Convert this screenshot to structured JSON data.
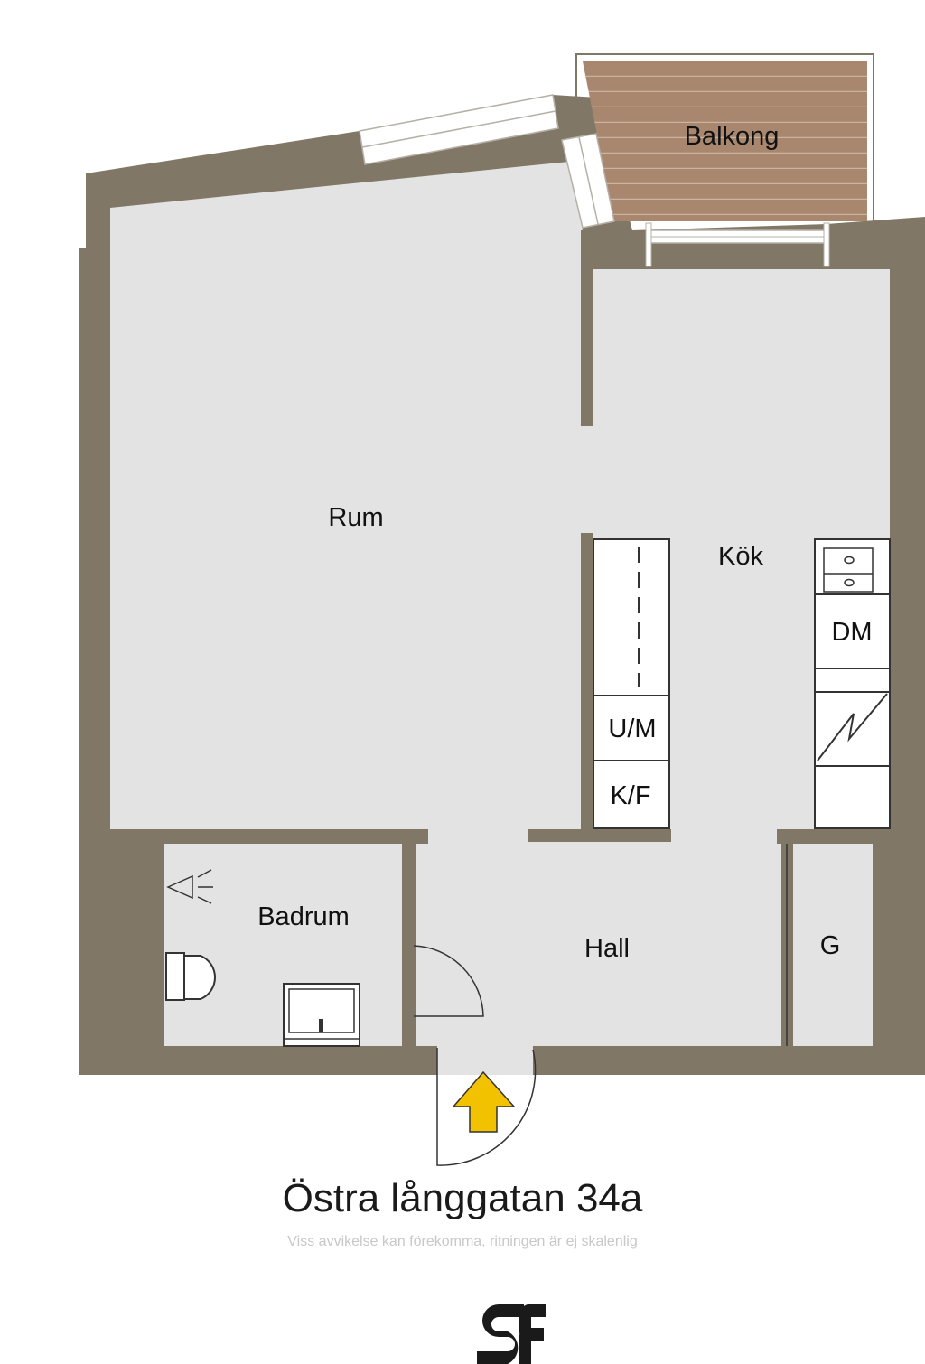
{
  "rooms": {
    "balkong": "Balkong",
    "rum": "Rum",
    "kok": "Kök",
    "badrum": "Badrum",
    "hall": "Hall",
    "garderob": "G"
  },
  "appliances": {
    "dishwasher": "DM",
    "washer_dryer": "U/M",
    "fridge_freezer": "K/F"
  },
  "footer": {
    "title": "Östra långgatan 34a",
    "disclaimer": "Viss avvikelse kan förekomma, ritningen är ej skalenlig"
  },
  "colors": {
    "wall": "#807766",
    "floor": "#e3e3e3",
    "balcony": "#a8876e",
    "entrance_arrow": "#f2c200"
  }
}
